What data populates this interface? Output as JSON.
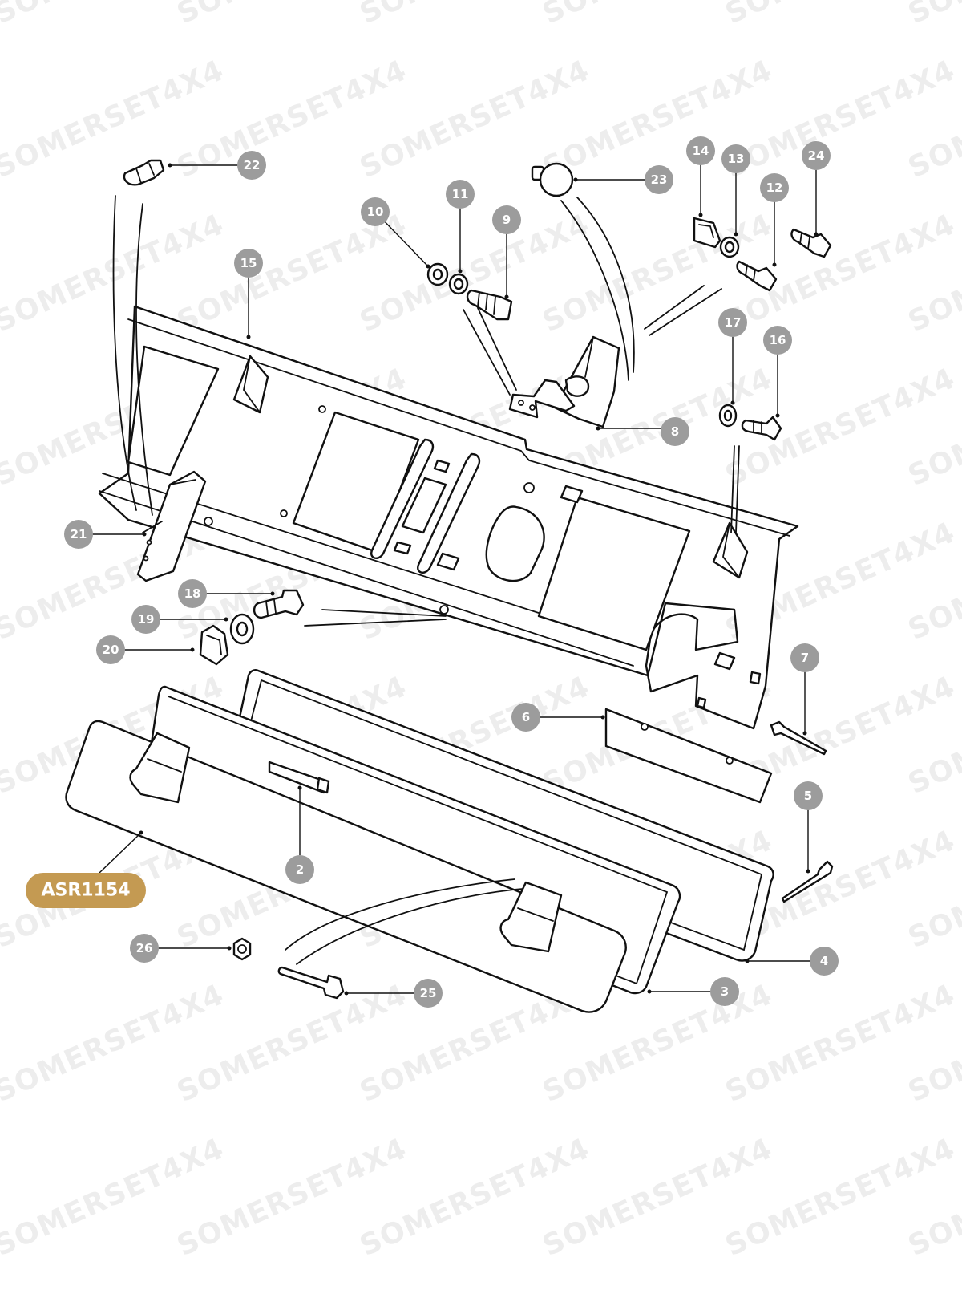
{
  "watermark_text": "SOMERSET4X4",
  "reference_code": "ASR1154",
  "colors": {
    "callout_badge": "#9c9c9c",
    "reference_badge": "#c49a52",
    "line_art": "#111111",
    "watermark": "#d8d8d8"
  },
  "callouts": [
    "2",
    "3",
    "4",
    "5",
    "6",
    "7",
    "8",
    "9",
    "10",
    "11",
    "12",
    "13",
    "14",
    "15",
    "16",
    "17",
    "18",
    "19",
    "20",
    "21",
    "22",
    "23",
    "24",
    "25",
    "26"
  ]
}
